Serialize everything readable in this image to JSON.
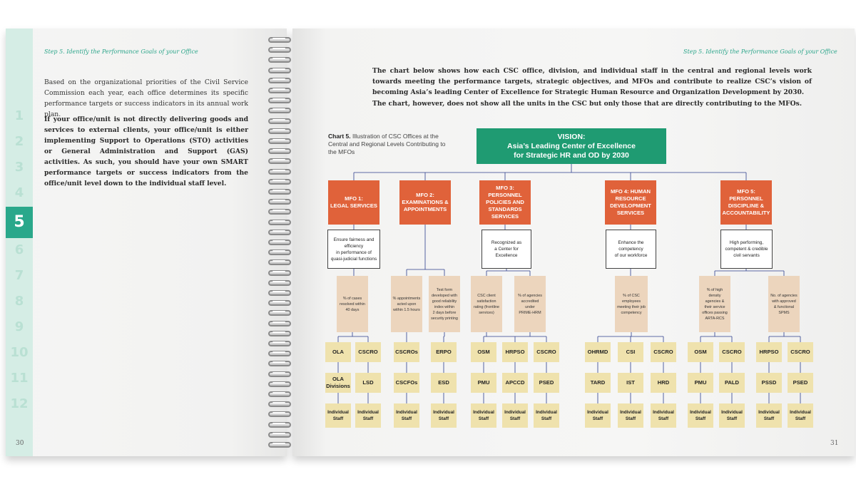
{
  "left_page": {
    "running_head": "Step 5. Identify the Performance Goals of your Office",
    "page_number": "30",
    "step_numbers": [
      "1",
      "2",
      "3",
      "4",
      "5",
      "6",
      "7",
      "8",
      "9",
      "10",
      "11",
      "12"
    ],
    "active_step": "5",
    "paragraph_1": "Based on the organizational priorities of the Civil Service Commission each year, each office determines its specific performance targets or success indicators in its annual work plan.",
    "paragraph_2": "If your office/unit is not directly delivering goods and services to external clients, your office/unit is either implementing Support to Operations (STO) activities or General Administration and Support (GAS) activities. As such, you should have your own SMART performance targets or success indicators from the office/unit level down to the individual staff level."
  },
  "right_page": {
    "running_head": "Step 5. Identify the Performance Goals of your Office",
    "page_number": "31",
    "paragraph_1": "The chart below shows how each CSC office, division, and individual staff in the central and regional levels work towards meeting the performance targets, strategic objectives, and MFOs and contribute to realize CSC’s vision of becoming Asia’s leading Center of Excellence for Strategic Human Resource and Organization Development by 2030.",
    "paragraph_2": "The chart, however, does not show all the units in the CSC but only those that are directly contributing to the MFOs.",
    "chart_caption_label": "Chart 5.",
    "chart_caption_text": "Illustration of CSC Offices at the Central and Regional Levels Contributing to the MFOs"
  },
  "chart": {
    "vision": "VISION:\nAsia’s Leading Center of Excellence\nfor Strategic HR and OD by 2030",
    "mfos": [
      "MFO 1:\nLEGAL SERVICES",
      "MFO 2:\nEXAMINATIONS &\nAPPOINTMENTS",
      "MFO 3: PERSONNEL\nPOLICIES AND\nSTANDARDS\nSERVICES",
      "MFO 4: HUMAN\nRESOURCE\nDEVELOPMENT\nSERVICES",
      "MFO 5: PERSONNEL\nDISCIPLINE &\nACCOUNTABILITY"
    ],
    "objectives": [
      "Ensure fairness and\nefficiency\nin performance of\nquasi-judicial functions",
      "Recognized as\na Center for Excellence",
      "Enhance the competency\nof our workforce",
      "High performing,\ncompetent & credible\ncivil servants"
    ],
    "indicators": [
      "% of cases\nresolved within\n40 days",
      "% appointments\nacted upon\nwithin 1.5 hours",
      "Test form\ndeveloped with\ngood reliability\nindex within\n2 days before\nsecurity printing",
      "CSC client\nsatisfaction\nrating (frontline\nservices)",
      "% of agencies\naccredited under\nPRIME-HRM",
      "% of CSC\nemployees\nmeeting their job\ncompetency",
      "% of high\ndensity\nagencies &\ntheir service\noffices passing\nARTA-RCS",
      "No. of agencies\nwith approved\n& functional\nSPMS"
    ],
    "units_row1": [
      "OLA",
      "CSCRO",
      "CSCROs",
      "ERPO",
      "OSM",
      "HRPSO",
      "CSCRO",
      "OHRMD",
      "CSI",
      "CSCRO",
      "OSM",
      "CSCRO",
      "HRPSO",
      "CSCRO"
    ],
    "units_row2": [
      "OLA\nDivisions",
      "LSD",
      "CSCFOs",
      "ESD",
      "PMU",
      "APCCD",
      "PSED",
      "TARD",
      "IST",
      "HRD",
      "PMU",
      "PALD",
      "PSSD",
      "PSED"
    ],
    "staff_label": "Individual\nStaff"
  },
  "colors": {
    "vision": "#1f9b72",
    "mfo": "#e0623a",
    "indicator": "#ecd5bd",
    "unit": "#efe2ad",
    "accent": "#2aa88b"
  }
}
